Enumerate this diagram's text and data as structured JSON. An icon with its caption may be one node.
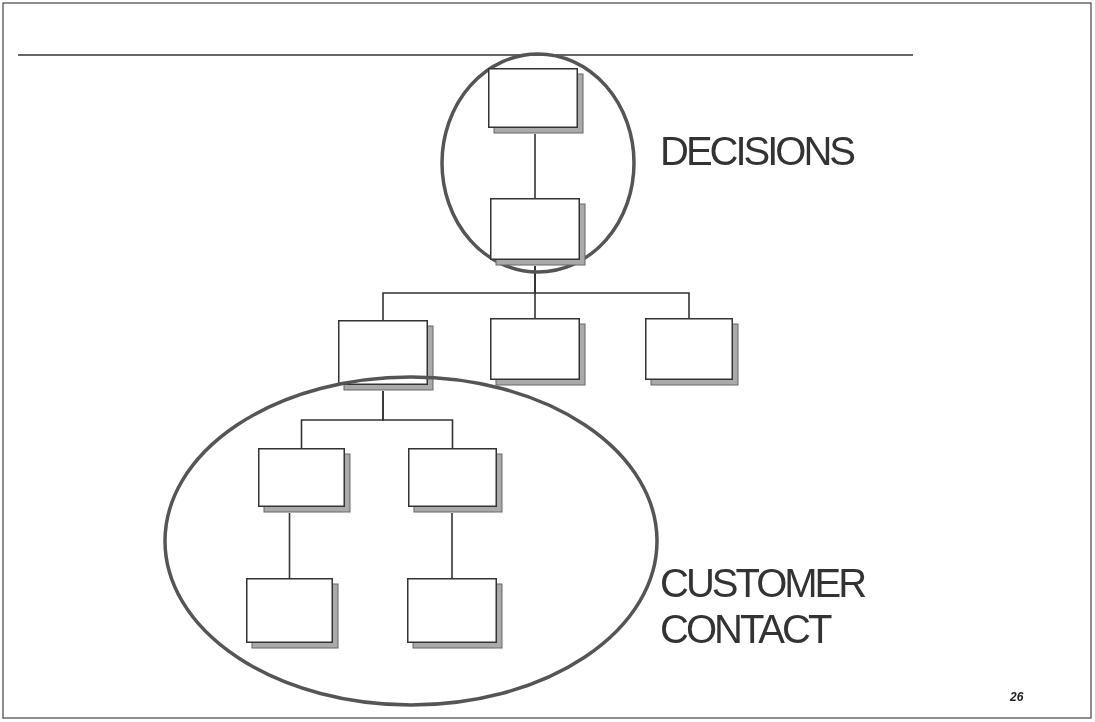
{
  "diagram": {
    "nodes": [
      {
        "text": [],
        "shape": "circle",
        "beside": [
          "DECISIONS"
        ]
      },
      {
        "text": [],
        "shape": "box",
        "in": 0
      },
      {
        "text": [],
        "shape": "box",
        "in": 0
      },
      {
        "text": [],
        "shape": "box"
      },
      {
        "text": [],
        "shape": "box"
      },
      {
        "text": [],
        "shape": "box"
      },
      {
        "text": [],
        "shape": "circle",
        "beside": [
          "CUSTOMER CONTACT"
        ]
      },
      {
        "text": [],
        "shape": "box",
        "in": 6
      },
      {
        "text": [],
        "shape": "box",
        "in": 6
      },
      {
        "text": [],
        "shape": "box",
        "in": 6
      },
      {
        "text": [],
        "shape": "box",
        "in": 6
      }
    ],
    "edges": [
      {
        "from": 1,
        "to": 2,
        "arrow": "none"
      },
      {
        "from": 2,
        "to": 3,
        "arrow": "none"
      },
      {
        "from": 2,
        "to": 4,
        "arrow": "none"
      },
      {
        "from": 2,
        "to": 5,
        "arrow": "none"
      },
      {
        "from": 3,
        "to": 7,
        "arrow": "none"
      },
      {
        "from": 3,
        "to": 8,
        "arrow": "none"
      },
      {
        "from": 7,
        "to": 9,
        "arrow": "none"
      },
      {
        "from": 8,
        "to": 10,
        "arrow": "none"
      }
    ],
    "labels": [
      "26"
    ]
  }
}
